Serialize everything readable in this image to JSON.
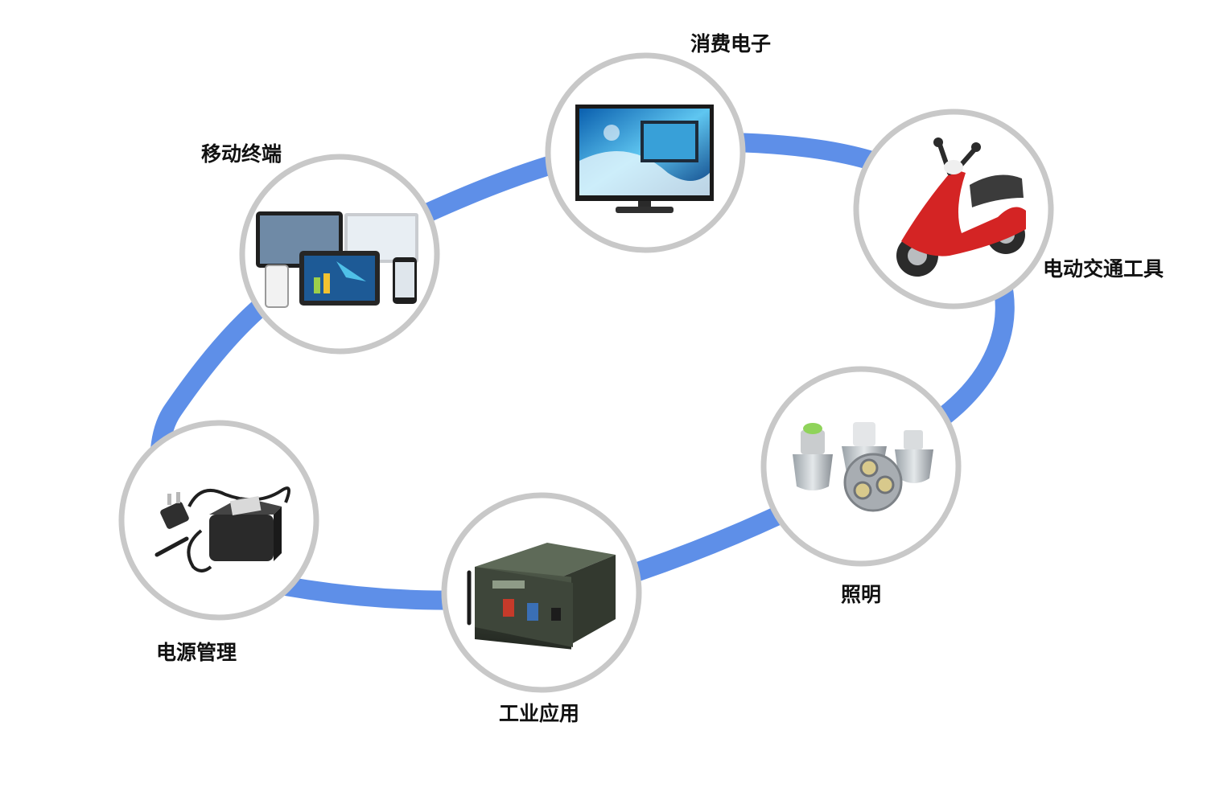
{
  "diagram": {
    "ring_color": "#5e8fe8",
    "circle_border_color": "#c8c8c8",
    "nodes": [
      {
        "label": "消费电子",
        "image": "flat-screen-tv"
      },
      {
        "label": "电动交通工具",
        "image": "red-electric-scooter"
      },
      {
        "label": "照明",
        "image": "led-spotlight-bulbs"
      },
      {
        "label": "工业应用",
        "image": "industrial-battery-cabinet"
      },
      {
        "label": "电源管理",
        "image": "power-adapter-charger"
      },
      {
        "label": "移动终端",
        "image": "tablets-and-phones"
      }
    ]
  }
}
